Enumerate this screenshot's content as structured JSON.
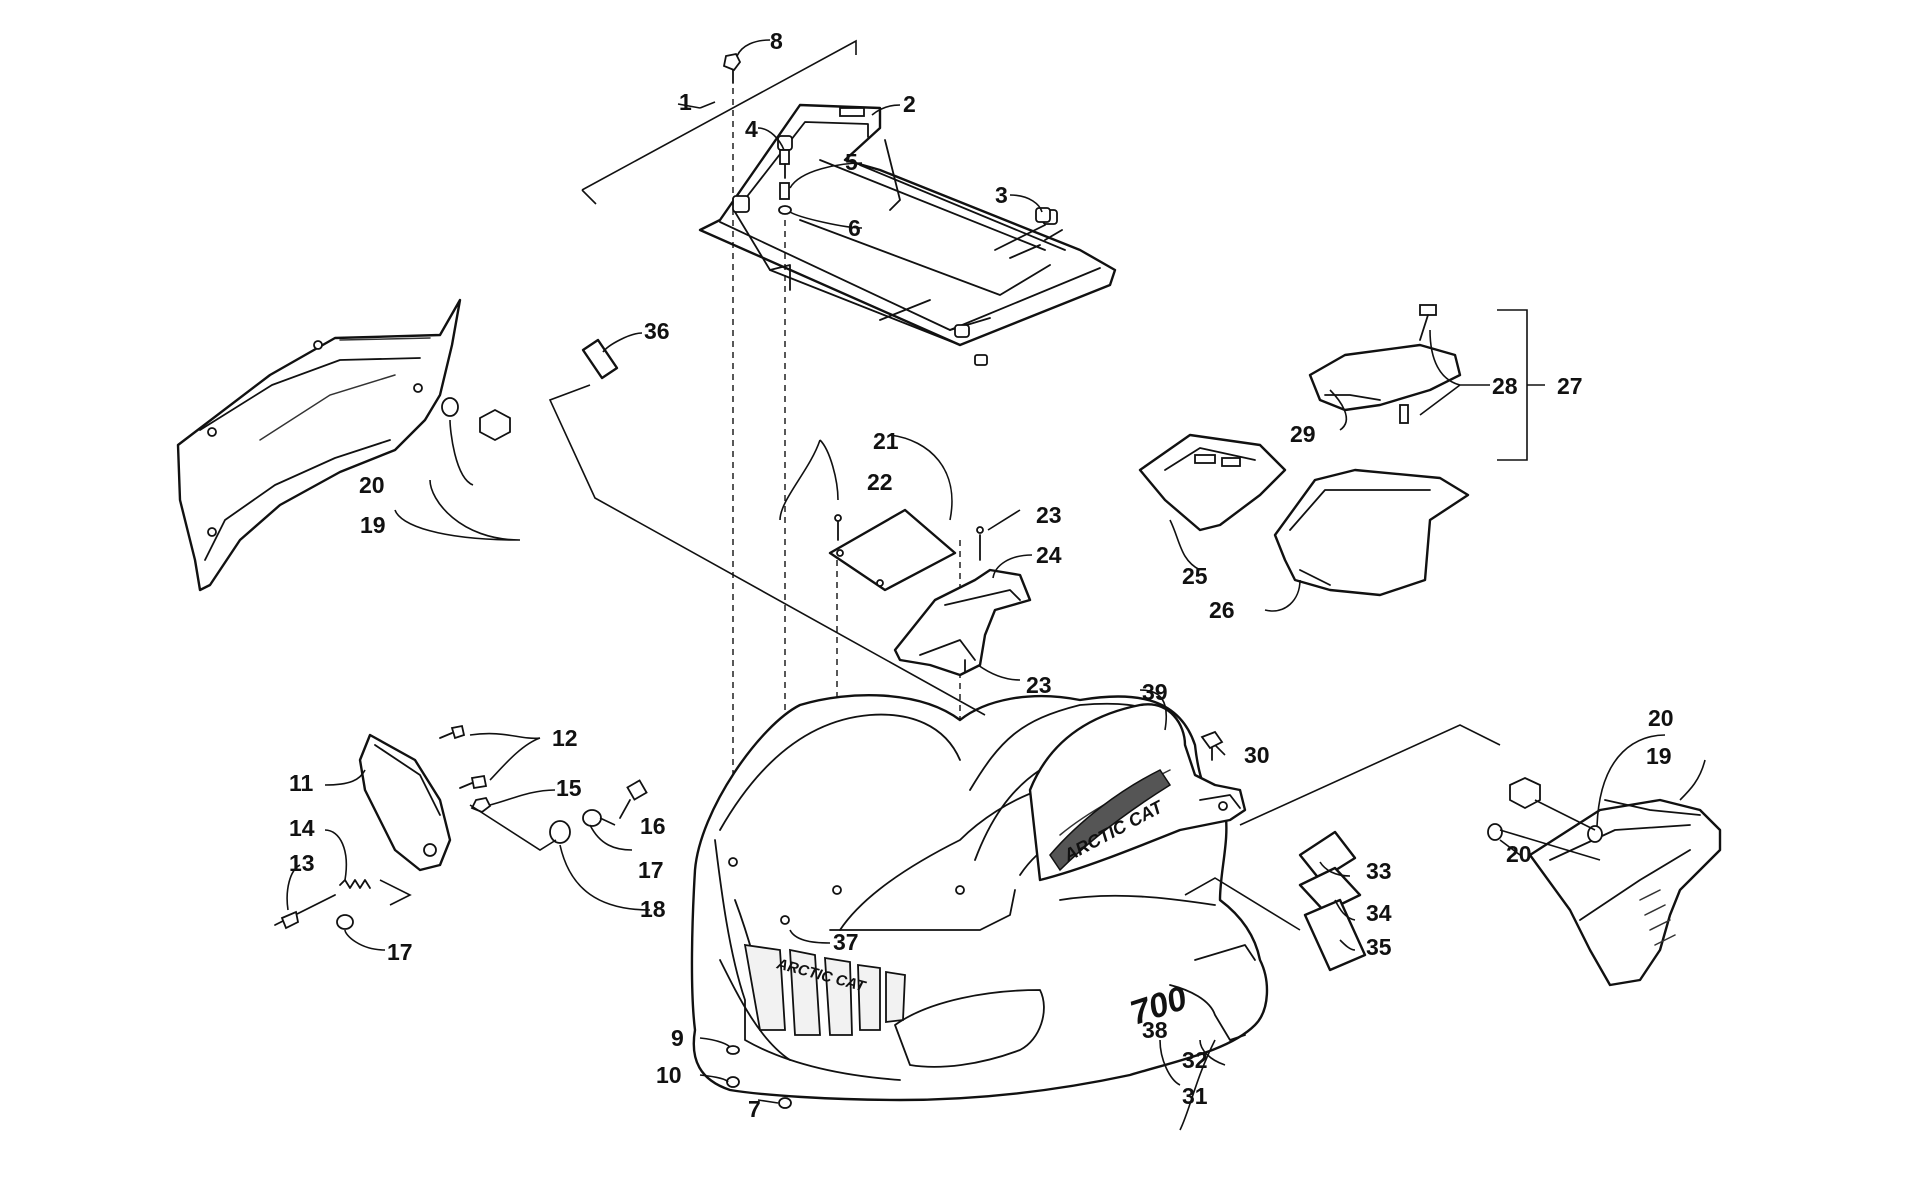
{
  "diagram": {
    "callouts": [
      {
        "id": "c1",
        "label": "1"
      },
      {
        "id": "c2",
        "label": "2"
      },
      {
        "id": "c3",
        "label": "3"
      },
      {
        "id": "c4",
        "label": "4"
      },
      {
        "id": "c5",
        "label": "5"
      },
      {
        "id": "c6",
        "label": "6"
      },
      {
        "id": "c7",
        "label": "7"
      },
      {
        "id": "c8",
        "label": "8"
      },
      {
        "id": "c9",
        "label": "9"
      },
      {
        "id": "c10",
        "label": "10"
      },
      {
        "id": "c11",
        "label": "11"
      },
      {
        "id": "c12",
        "label": "12"
      },
      {
        "id": "c13",
        "label": "13"
      },
      {
        "id": "c14",
        "label": "14"
      },
      {
        "id": "c15",
        "label": "15"
      },
      {
        "id": "c16",
        "label": "16"
      },
      {
        "id": "c17a",
        "label": "17"
      },
      {
        "id": "c17b",
        "label": "17"
      },
      {
        "id": "c18",
        "label": "18"
      },
      {
        "id": "c19a",
        "label": "19"
      },
      {
        "id": "c19b",
        "label": "19"
      },
      {
        "id": "c20a",
        "label": "20"
      },
      {
        "id": "c20b",
        "label": "20"
      },
      {
        "id": "c20c",
        "label": "20"
      },
      {
        "id": "c21",
        "label": "21"
      },
      {
        "id": "c22",
        "label": "22"
      },
      {
        "id": "c23a",
        "label": "23"
      },
      {
        "id": "c23b",
        "label": "23"
      },
      {
        "id": "c24",
        "label": "24"
      },
      {
        "id": "c25",
        "label": "25"
      },
      {
        "id": "c26",
        "label": "26"
      },
      {
        "id": "c27",
        "label": "27"
      },
      {
        "id": "c28",
        "label": "28"
      },
      {
        "id": "c29",
        "label": "29"
      },
      {
        "id": "c30",
        "label": "30"
      },
      {
        "id": "c31",
        "label": "31"
      },
      {
        "id": "c32",
        "label": "32"
      },
      {
        "id": "c33",
        "label": "33"
      },
      {
        "id": "c34",
        "label": "34"
      },
      {
        "id": "c35",
        "label": "35"
      },
      {
        "id": "c36",
        "label": "36"
      },
      {
        "id": "c37",
        "label": "37"
      },
      {
        "id": "c38",
        "label": "38"
      },
      {
        "id": "c39",
        "label": "39"
      }
    ],
    "brand_text": "ARCTIC CAT",
    "model_text": "700"
  }
}
